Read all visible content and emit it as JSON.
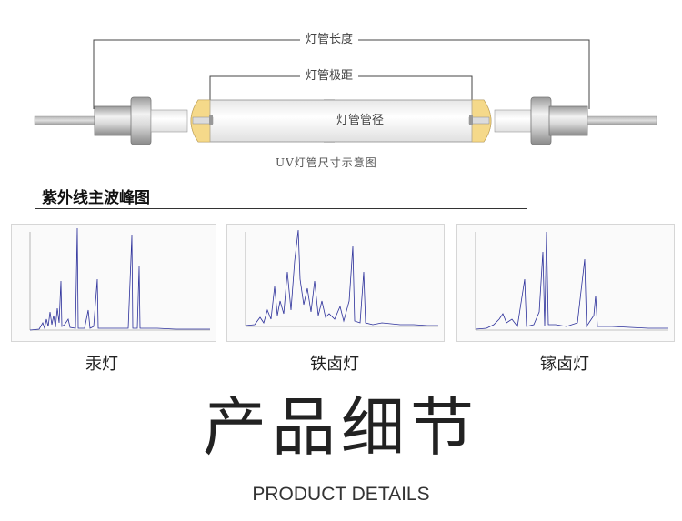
{
  "diagram": {
    "length_label": "灯管长度",
    "electrode_label": "灯管极距",
    "diameter_label": "灯管管径",
    "caption": "UV灯管尺寸示意图"
  },
  "section": {
    "title": "紫外线主波峰图"
  },
  "spectra": [
    {
      "name": "汞灯"
    },
    {
      "name": "铁卤灯"
    },
    {
      "name": "镓卤灯"
    }
  ],
  "footer": {
    "title": "产品细节",
    "subtitle": "PRODUCT DETAILS"
  },
  "colors": {
    "spectrum_line": "#2b2f9a",
    "tube_fill": "#f6f6f6",
    "end_cap": "#f5d98a"
  }
}
